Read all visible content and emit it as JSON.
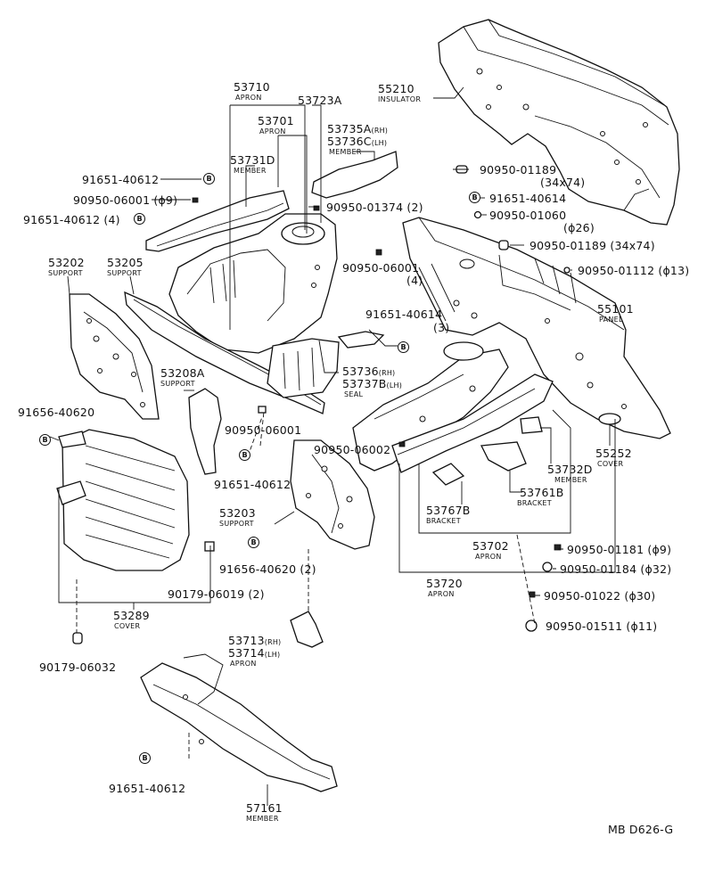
{
  "parts": {
    "p53710": {
      "num": "53710",
      "name": "APRON"
    },
    "p53723A": {
      "num": "53723A"
    },
    "p53701": {
      "num": "53701",
      "name": "APRON"
    },
    "p53735": {
      "num_rh": "53735A",
      "tag_rh": "(RH)",
      "num_lh": "53736C",
      "tag_lh": "(LH)",
      "name": "MEMBER"
    },
    "p53731D": {
      "num": "53731D",
      "name": "MEMBER"
    },
    "p55210": {
      "num": "55210",
      "name": "INSULATOR"
    },
    "p53202": {
      "num": "53202",
      "name": "SUPPORT"
    },
    "p53205": {
      "num": "53205",
      "name": "SUPPORT"
    },
    "p53208A": {
      "num": "53208A",
      "name": "SUPPORT"
    },
    "p53736": {
      "num_rh": "53736",
      "tag_rh": "(RH)",
      "num_lh": "53737B",
      "tag_lh": "(LH)",
      "name": "SEAL"
    },
    "p55101": {
      "num": "55101",
      "name": "PANEL"
    },
    "p55252": {
      "num": "55252",
      "name": "COVER"
    },
    "p53732D": {
      "num": "53732D",
      "name": "MEMBER"
    },
    "p53761B": {
      "num": "53761B",
      "name": "BRACKET"
    },
    "p53767B": {
      "num": "53767B",
      "name": "BRACKET"
    },
    "p53702": {
      "num": "53702",
      "name": "APRON"
    },
    "p53720": {
      "num": "53720",
      "name": "APRON"
    },
    "p53203": {
      "num": "53203",
      "name": "SUPPORT"
    },
    "p53289": {
      "num": "53289",
      "name": "COVER"
    },
    "p53713": {
      "num_rh": "53713",
      "tag_rh": "(RH)",
      "num_lh": "53714",
      "tag_lh": "(LH)",
      "name": "APRON"
    },
    "p57161": {
      "num": "57161",
      "name": "MEMBER"
    }
  },
  "fasteners": {
    "f1": "91651-40612",
    "f2": "90950-06001 (ϕ9)",
    "f3": "91651-40612 (4)",
    "f4": "90950-01374 (2)",
    "f5": "90950-01189",
    "f5b": "(34x74)",
    "f6": "91651-40614",
    "f7": "90950-01060",
    "f7b": "(ϕ26)",
    "f8": "90950-01189 (34x74)",
    "f9": "90950-01112 (ϕ13)",
    "f10": "90950-06001",
    "f10b": "(4)",
    "f11": "91651-40614",
    "f11b": "(3)",
    "f12": "91656-40620",
    "f13": "90950-06001",
    "f14": "90950-06002",
    "f15": "91651-40612",
    "f16": "91656-40620 (2)",
    "f17": "90179-06019 (2)",
    "f18": "90179-06032",
    "f19": "91651-40612",
    "f20": "90950-01181 (ϕ9)",
    "f21": "90950-01184 (ϕ32)",
    "f22": "90950-01022 (ϕ30)",
    "f23": "90950-01511 (ϕ11)"
  },
  "bolt_symbol": "B",
  "diagram_code": "MB D626-G"
}
